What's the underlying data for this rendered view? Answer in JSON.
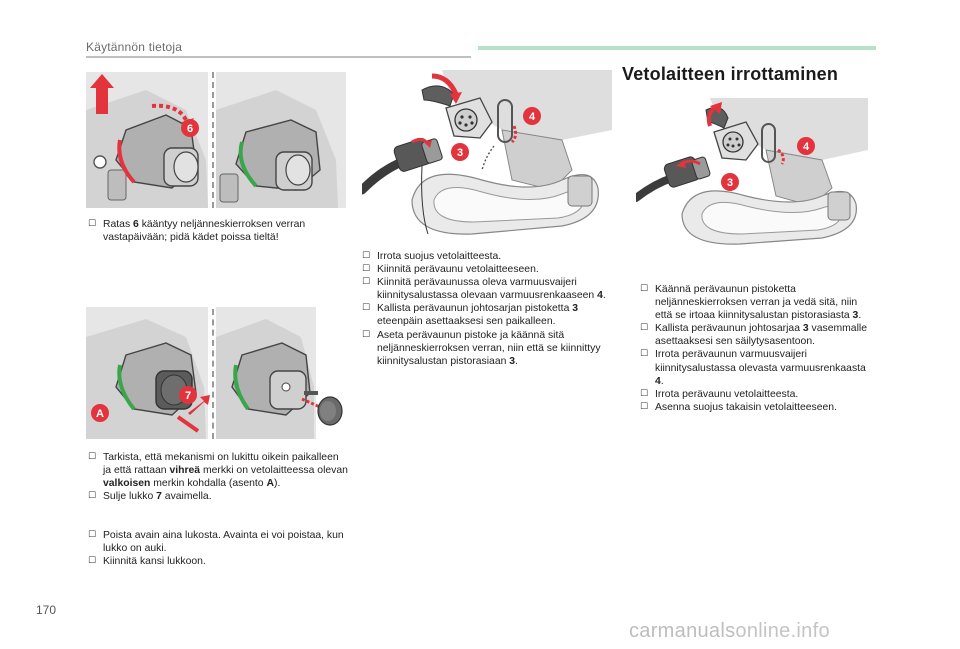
{
  "header": {
    "section_label": "Käytännön tietoja"
  },
  "page_number": "170",
  "colors": {
    "accent_red": "#e3333c",
    "accent_green": "#3aa64a",
    "header_green": "#b7e1c8"
  },
  "figures": {
    "fig_lock_turn": {
      "label_6": "6"
    },
    "fig_lock_check": {
      "label_7": "7",
      "label_a": "A"
    },
    "fig_socket_connect": {
      "label_3": "3",
      "label_4": "4"
    },
    "fig_socket_remove": {
      "label_3": "3",
      "label_4": "4"
    }
  },
  "col1": {
    "block1": {
      "item1": {
        "pre": "Ratas ",
        "b1": "6",
        "post": " kääntyy neljänneskierroksen verran vastapäivään; pidä kädet poissa tieltä!"
      }
    },
    "block2": {
      "item1": {
        "pre": "Tarkista, että mekanismi on lukittu oikein paikalleen ja että rattaan ",
        "b1": "vihreä",
        "mid1": " merkki on vetolaitteessa olevan ",
        "b2": "valkoisen",
        "mid2": " merkin kohdalla (asento ",
        "b3": "A",
        "post": ")."
      },
      "item2": {
        "pre": "Sulje lukko ",
        "b1": "7",
        "post": " avaimella."
      }
    },
    "block3": {
      "item1": "Poista avain aina lukosta. Avainta ei voi poistaa, kun lukko on auki.",
      "item2": "Kiinnitä kansi lukkoon."
    }
  },
  "col2": {
    "item1": "Irrota suojus vetolaitteesta.",
    "item2": "Kiinnitä perävaunu vetolaitteeseen.",
    "item3": {
      "pre": "Kiinnitä perävaunussa oleva varmuusvaijeri kiinnitysalustassa olevaan varmuusrenkaaseen ",
      "b1": "4",
      "post": "."
    },
    "item4": {
      "pre": "Kallista perävaunun johtosarjan pistoketta ",
      "b1": "3",
      "post": " eteenpäin asettaaksesi sen paikalleen."
    },
    "item5": {
      "pre": "Aseta perävaunun pistoke ja käännä sitä neljänneskierroksen verran, niin että se kiinnittyy kiinnitysalustan pistorasiaan ",
      "b1": "3",
      "post": "."
    }
  },
  "col3": {
    "title": "Vetolaitteen irrottaminen",
    "item1": {
      "pre": "Käännä perävaunun pistoketta neljänneskierroksen verran ja vedä sitä, niin että se irtoaa kiinnitysalustan pistorasiasta ",
      "b1": "3",
      "post": "."
    },
    "item2": {
      "pre": "Kallista perävaunun johtosarjaa ",
      "b1": "3",
      "post": " vasemmalle asettaaksesi sen säilytysasentoon."
    },
    "item3": {
      "pre": "Irrota perävaunun varmuusvaijeri kiinnitysalustassa olevasta varmuusrenkaasta ",
      "b1": "4",
      "post": "."
    },
    "item4": "Irrota perävaunu vetolaitteesta.",
    "item5": "Asenna suojus takaisin vetolaitteeseen."
  },
  "watermark": {
    "part1": "carmanuals",
    "part2": "online.info"
  }
}
